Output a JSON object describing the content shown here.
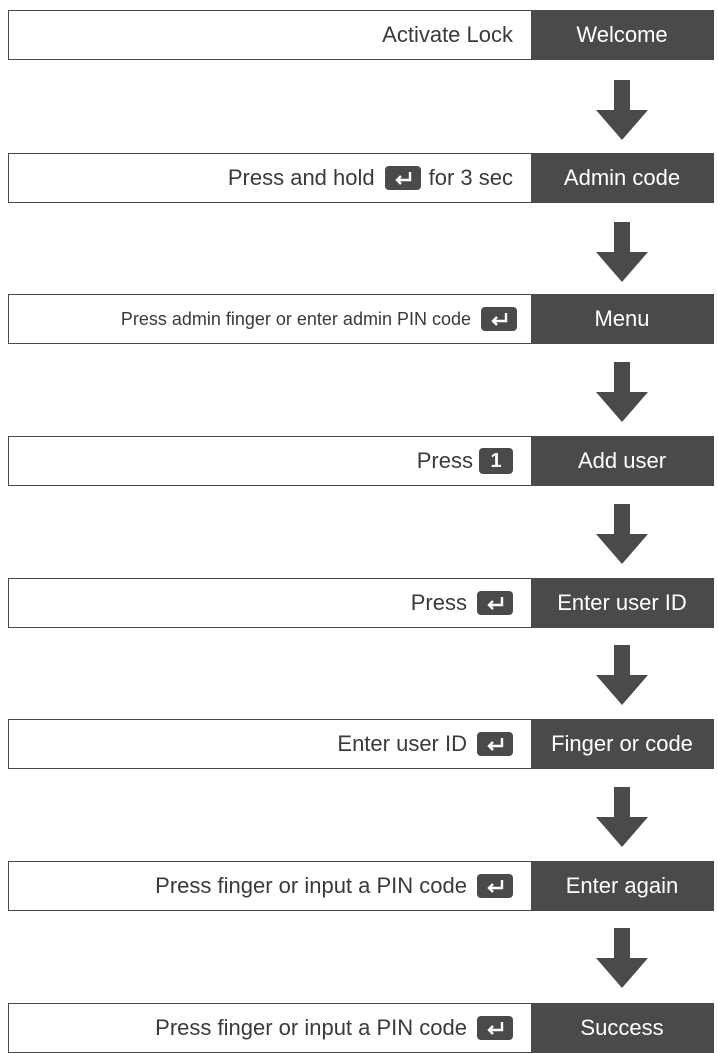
{
  "steps": [
    {
      "instruction": "Activate Lock",
      "state": "Welcome"
    },
    {
      "instruction_before": "Press and hold",
      "instruction_after": "for 3 sec",
      "key": "enter-key-icon",
      "state": "Admin code"
    },
    {
      "instruction": "Press admin finger or enter admin PIN code",
      "key": "enter-key-icon",
      "state": "Menu"
    },
    {
      "instruction": "Press",
      "key_digit": "1",
      "state": "Add user"
    },
    {
      "instruction": "Press",
      "key": "enter-key-icon",
      "state": "Enter user ID"
    },
    {
      "instruction": "Enter user ID",
      "key": "enter-key-icon",
      "state": "Finger or code"
    },
    {
      "instruction": "Press finger or input a PIN code",
      "key": "enter-key-icon",
      "state": "Enter again"
    },
    {
      "instruction": "Press finger or input a PIN code",
      "key": "enter-key-icon",
      "state": "Success"
    }
  ],
  "arrow_icon": "down-arrow-icon",
  "colors": {
    "dark": "#4a4a4a",
    "text": "#3a3a3a",
    "background": "#ffffff"
  }
}
